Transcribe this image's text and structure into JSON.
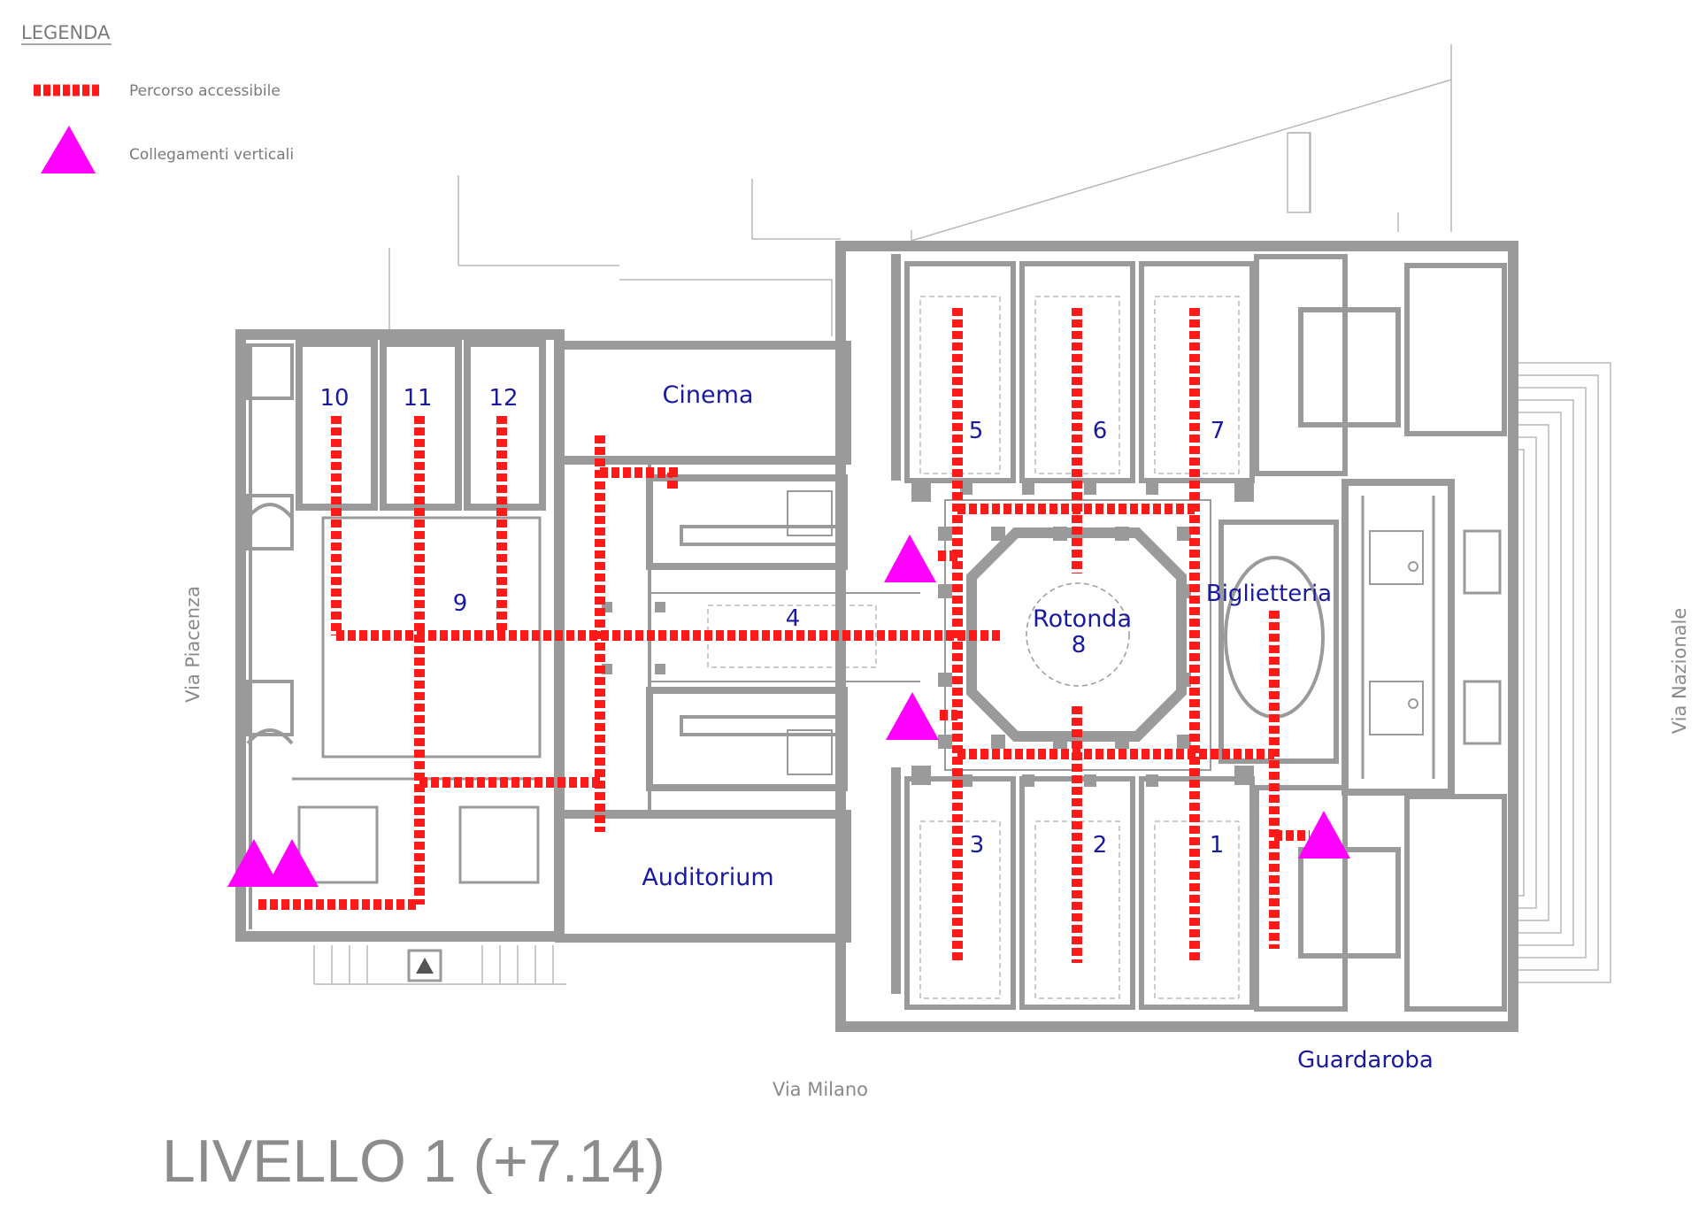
{
  "legend": {
    "title": "LEGENDA",
    "items": [
      {
        "label": "Percorso accessibile",
        "symbol": "dashed-red-line",
        "color": "#ff1a1a"
      },
      {
        "label": "Collegamenti verticali",
        "symbol": "magenta-triangle",
        "color": "#ff00ff"
      }
    ]
  },
  "streets": {
    "west": "Via Piacenza",
    "east": "Via Nazionale",
    "south": "Via Milano"
  },
  "rooms": {
    "r10": "10",
    "r11": "11",
    "r12": "12",
    "cinema": "Cinema",
    "r5": "5",
    "r6": "6",
    "r7": "7",
    "r9": "9",
    "r4": "4",
    "rotonda": "Rotonda",
    "r8": "8",
    "biglietteria": "Biglietteria",
    "r3": "3",
    "r2": "2",
    "r1": "1",
    "auditorium": "Auditorium",
    "guardaroba": "Guardaroba"
  },
  "title": "LIVELLO 1 (+7.14)",
  "colors": {
    "accessible_path": "#ff1a1a",
    "vertical_link": "#ff00ff",
    "wall": "#9a9a9a",
    "room_label": "#1a1aa0"
  }
}
